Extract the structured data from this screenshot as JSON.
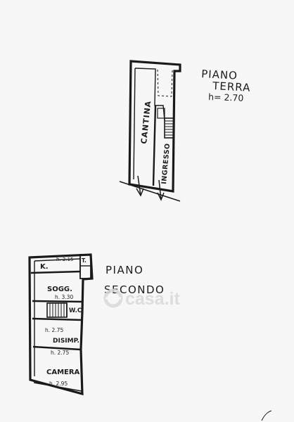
{
  "ground_floor": {
    "title_line1": "PIANO",
    "title_line2": "TERRA",
    "height_label": "h= 2.70",
    "rooms": {
      "cellar": "CANTINA",
      "entrance": "INGRESSO"
    }
  },
  "second_floor": {
    "title_line1": "PIANO",
    "title_line2": "SECONDO",
    "rooms": {
      "kitchen": "K.",
      "kitchen_height": "h. 2.15",
      "toilet": "T.",
      "living": "SOGG.",
      "living_height": "h. 3.30",
      "wc": "W.C.",
      "landing_height": "h. 2.75",
      "hall": "DISIMP.",
      "hall_height": "h. 2.75",
      "bedroom": "CAMERA",
      "bedroom_height": "h. 2.95"
    }
  },
  "watermark": "casa.it",
  "colors": {
    "ink": "#1a1a1a",
    "paper": "#f7f7f7",
    "watermark": "#d9d9d9"
  }
}
